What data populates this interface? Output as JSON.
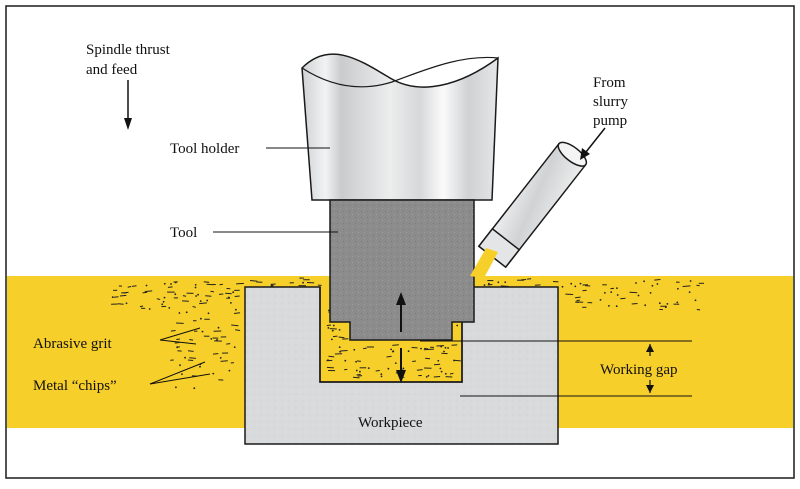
{
  "labels": {
    "spindle_line1": "Spindle thrust",
    "spindle_line2": "and feed",
    "from_line1": "From",
    "from_line2": "slurry",
    "from_line3": "pump",
    "tool_holder": "Tool holder",
    "tool": "Tool",
    "abrasive_grit": "Abrasive grit",
    "metal_chips": "Metal “chips”",
    "working_gap": "Working gap",
    "workpiece": "Workpiece"
  },
  "colors": {
    "slurry": "#f7cf2a",
    "workpiece": "#d9dadb",
    "tool": "#8c8c8c",
    "holder": "#e8e9ea",
    "outline": "#1a1a1a",
    "background": "#ffffff"
  }
}
